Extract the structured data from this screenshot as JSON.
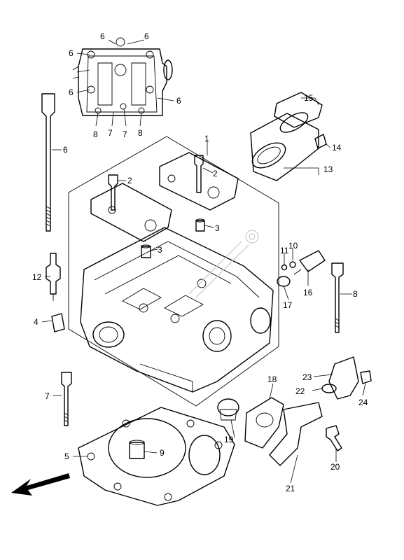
{
  "diagram": {
    "callouts": {
      "c1": "1",
      "c2a": "2",
      "c2b": "2",
      "c3a": "3",
      "c3b": "3",
      "c4": "4",
      "c5": "5",
      "c6a": "6",
      "c6b": "6",
      "c6c": "6",
      "c6d": "6",
      "c6e": "6",
      "c6f": "6",
      "c7a": "7",
      "c7b": "7",
      "c7c": "7",
      "c8a": "8",
      "c8b": "8",
      "c8c": "8",
      "c9": "9",
      "c10": "10",
      "c11": "11",
      "c12": "12",
      "c13": "13",
      "c14": "14",
      "c15": "15",
      "c16": "16",
      "c17": "17",
      "c18": "18",
      "c19": "19",
      "c20": "20",
      "c21": "21",
      "c22": "22",
      "c23": "23",
      "c24": "24"
    },
    "direction_icon": "front-arrow-icon",
    "watermark_icon": "gear-watermark-icon"
  }
}
